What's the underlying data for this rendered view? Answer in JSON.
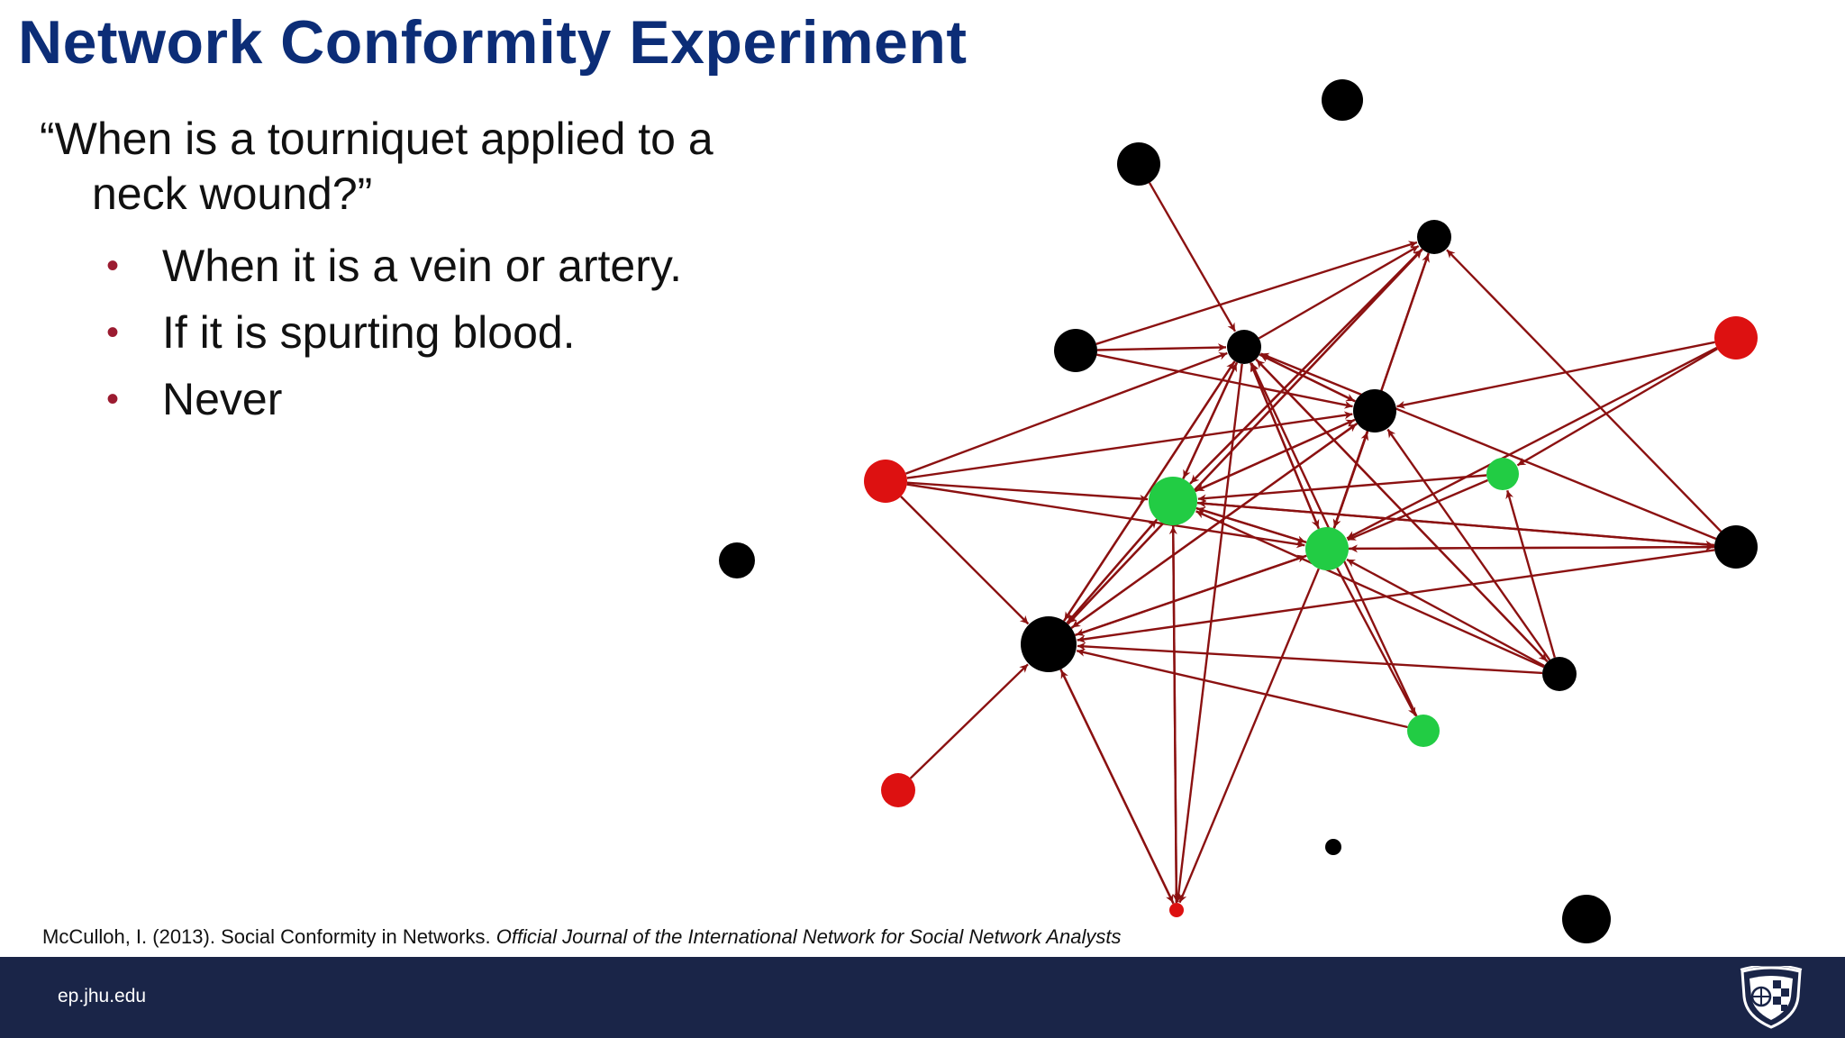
{
  "slide": {
    "title": "Network Conformity Experiment",
    "question": "“When is a tourniquet applied to a neck wound?”",
    "bullets": [
      "When it is a vein or artery.",
      "If it is spurting blood.",
      "Never"
    ],
    "citation_plain": "McCulloh, I. (2013). Social Conformity in Networks. ",
    "citation_journal": "Official Journal of the International Network for Social Network Analysts"
  },
  "footer": {
    "url": "ep.jhu.edu",
    "logo_icon": "jhu-shield-icon"
  },
  "colors": {
    "title": "#0c2d77",
    "bullet": "#9b1b30",
    "edge": "#8b1111",
    "node_black": "#000000",
    "node_green": "#22cc44",
    "node_red": "#dd1111",
    "footer_bg": "#1a2548"
  },
  "network": {
    "nodes": [
      {
        "id": "n1",
        "color": "black"
      },
      {
        "id": "n2",
        "color": "black"
      },
      {
        "id": "n3",
        "color": "black"
      },
      {
        "id": "n4",
        "color": "black"
      },
      {
        "id": "n5",
        "color": "black"
      },
      {
        "id": "n6",
        "color": "black"
      },
      {
        "id": "n7",
        "color": "red"
      },
      {
        "id": "n8",
        "color": "red"
      },
      {
        "id": "n9",
        "color": "green"
      },
      {
        "id": "n10",
        "color": "green"
      },
      {
        "id": "n11",
        "color": "green"
      },
      {
        "id": "n12",
        "color": "black"
      },
      {
        "id": "n13",
        "color": "black"
      },
      {
        "id": "n14",
        "color": "black"
      },
      {
        "id": "n15",
        "color": "black"
      },
      {
        "id": "n16",
        "color": "red"
      },
      {
        "id": "n17",
        "color": "green"
      },
      {
        "id": "n18",
        "color": "black"
      },
      {
        "id": "n19",
        "color": "red"
      },
      {
        "id": "n20",
        "color": "black"
      }
    ],
    "edges": [
      [
        "n2",
        "n5"
      ],
      [
        "n4",
        "n5"
      ],
      [
        "n4",
        "n6"
      ],
      [
        "n4",
        "n3"
      ],
      [
        "n5",
        "n3"
      ],
      [
        "n5",
        "n6"
      ],
      [
        "n5",
        "n9"
      ],
      [
        "n5",
        "n10"
      ],
      [
        "n5",
        "n14"
      ],
      [
        "n5",
        "n19"
      ],
      [
        "n5",
        "n15"
      ],
      [
        "n7",
        "n5"
      ],
      [
        "n7",
        "n6"
      ],
      [
        "n7",
        "n9"
      ],
      [
        "n7",
        "n10"
      ],
      [
        "n7",
        "n14"
      ],
      [
        "n8",
        "n6"
      ],
      [
        "n8",
        "n11"
      ],
      [
        "n8",
        "n10"
      ],
      [
        "n3",
        "n9"
      ],
      [
        "n3",
        "n10"
      ],
      [
        "n3",
        "n14"
      ],
      [
        "n6",
        "n9"
      ],
      [
        "n6",
        "n10"
      ],
      [
        "n6",
        "n14"
      ],
      [
        "n6",
        "n5"
      ],
      [
        "n9",
        "n14"
      ],
      [
        "n9",
        "n10"
      ],
      [
        "n9",
        "n3"
      ],
      [
        "n9",
        "n6"
      ],
      [
        "n9",
        "n19"
      ],
      [
        "n9",
        "n13"
      ],
      [
        "n9",
        "n5"
      ],
      [
        "n10",
        "n14"
      ],
      [
        "n10",
        "n9"
      ],
      [
        "n10",
        "n6"
      ],
      [
        "n10",
        "n17"
      ],
      [
        "n10",
        "n19"
      ],
      [
        "n10",
        "n3"
      ],
      [
        "n10",
        "n5"
      ],
      [
        "n10",
        "n13"
      ],
      [
        "n11",
        "n10"
      ],
      [
        "n11",
        "n9"
      ],
      [
        "n13",
        "n14"
      ],
      [
        "n13",
        "n10"
      ],
      [
        "n13",
        "n5"
      ],
      [
        "n13",
        "n9"
      ],
      [
        "n13",
        "n3"
      ],
      [
        "n15",
        "n14"
      ],
      [
        "n15",
        "n10"
      ],
      [
        "n15",
        "n9"
      ],
      [
        "n15",
        "n11"
      ],
      [
        "n15",
        "n5"
      ],
      [
        "n15",
        "n6"
      ],
      [
        "n16",
        "n14"
      ],
      [
        "n14",
        "n19"
      ],
      [
        "n14",
        "n3"
      ],
      [
        "n14",
        "n9"
      ],
      [
        "n14",
        "n10"
      ],
      [
        "n14",
        "n5"
      ],
      [
        "n14",
        "n6"
      ],
      [
        "n19",
        "n9"
      ],
      [
        "n19",
        "n14"
      ],
      [
        "n17",
        "n14"
      ],
      [
        "n17",
        "n5"
      ]
    ]
  }
}
